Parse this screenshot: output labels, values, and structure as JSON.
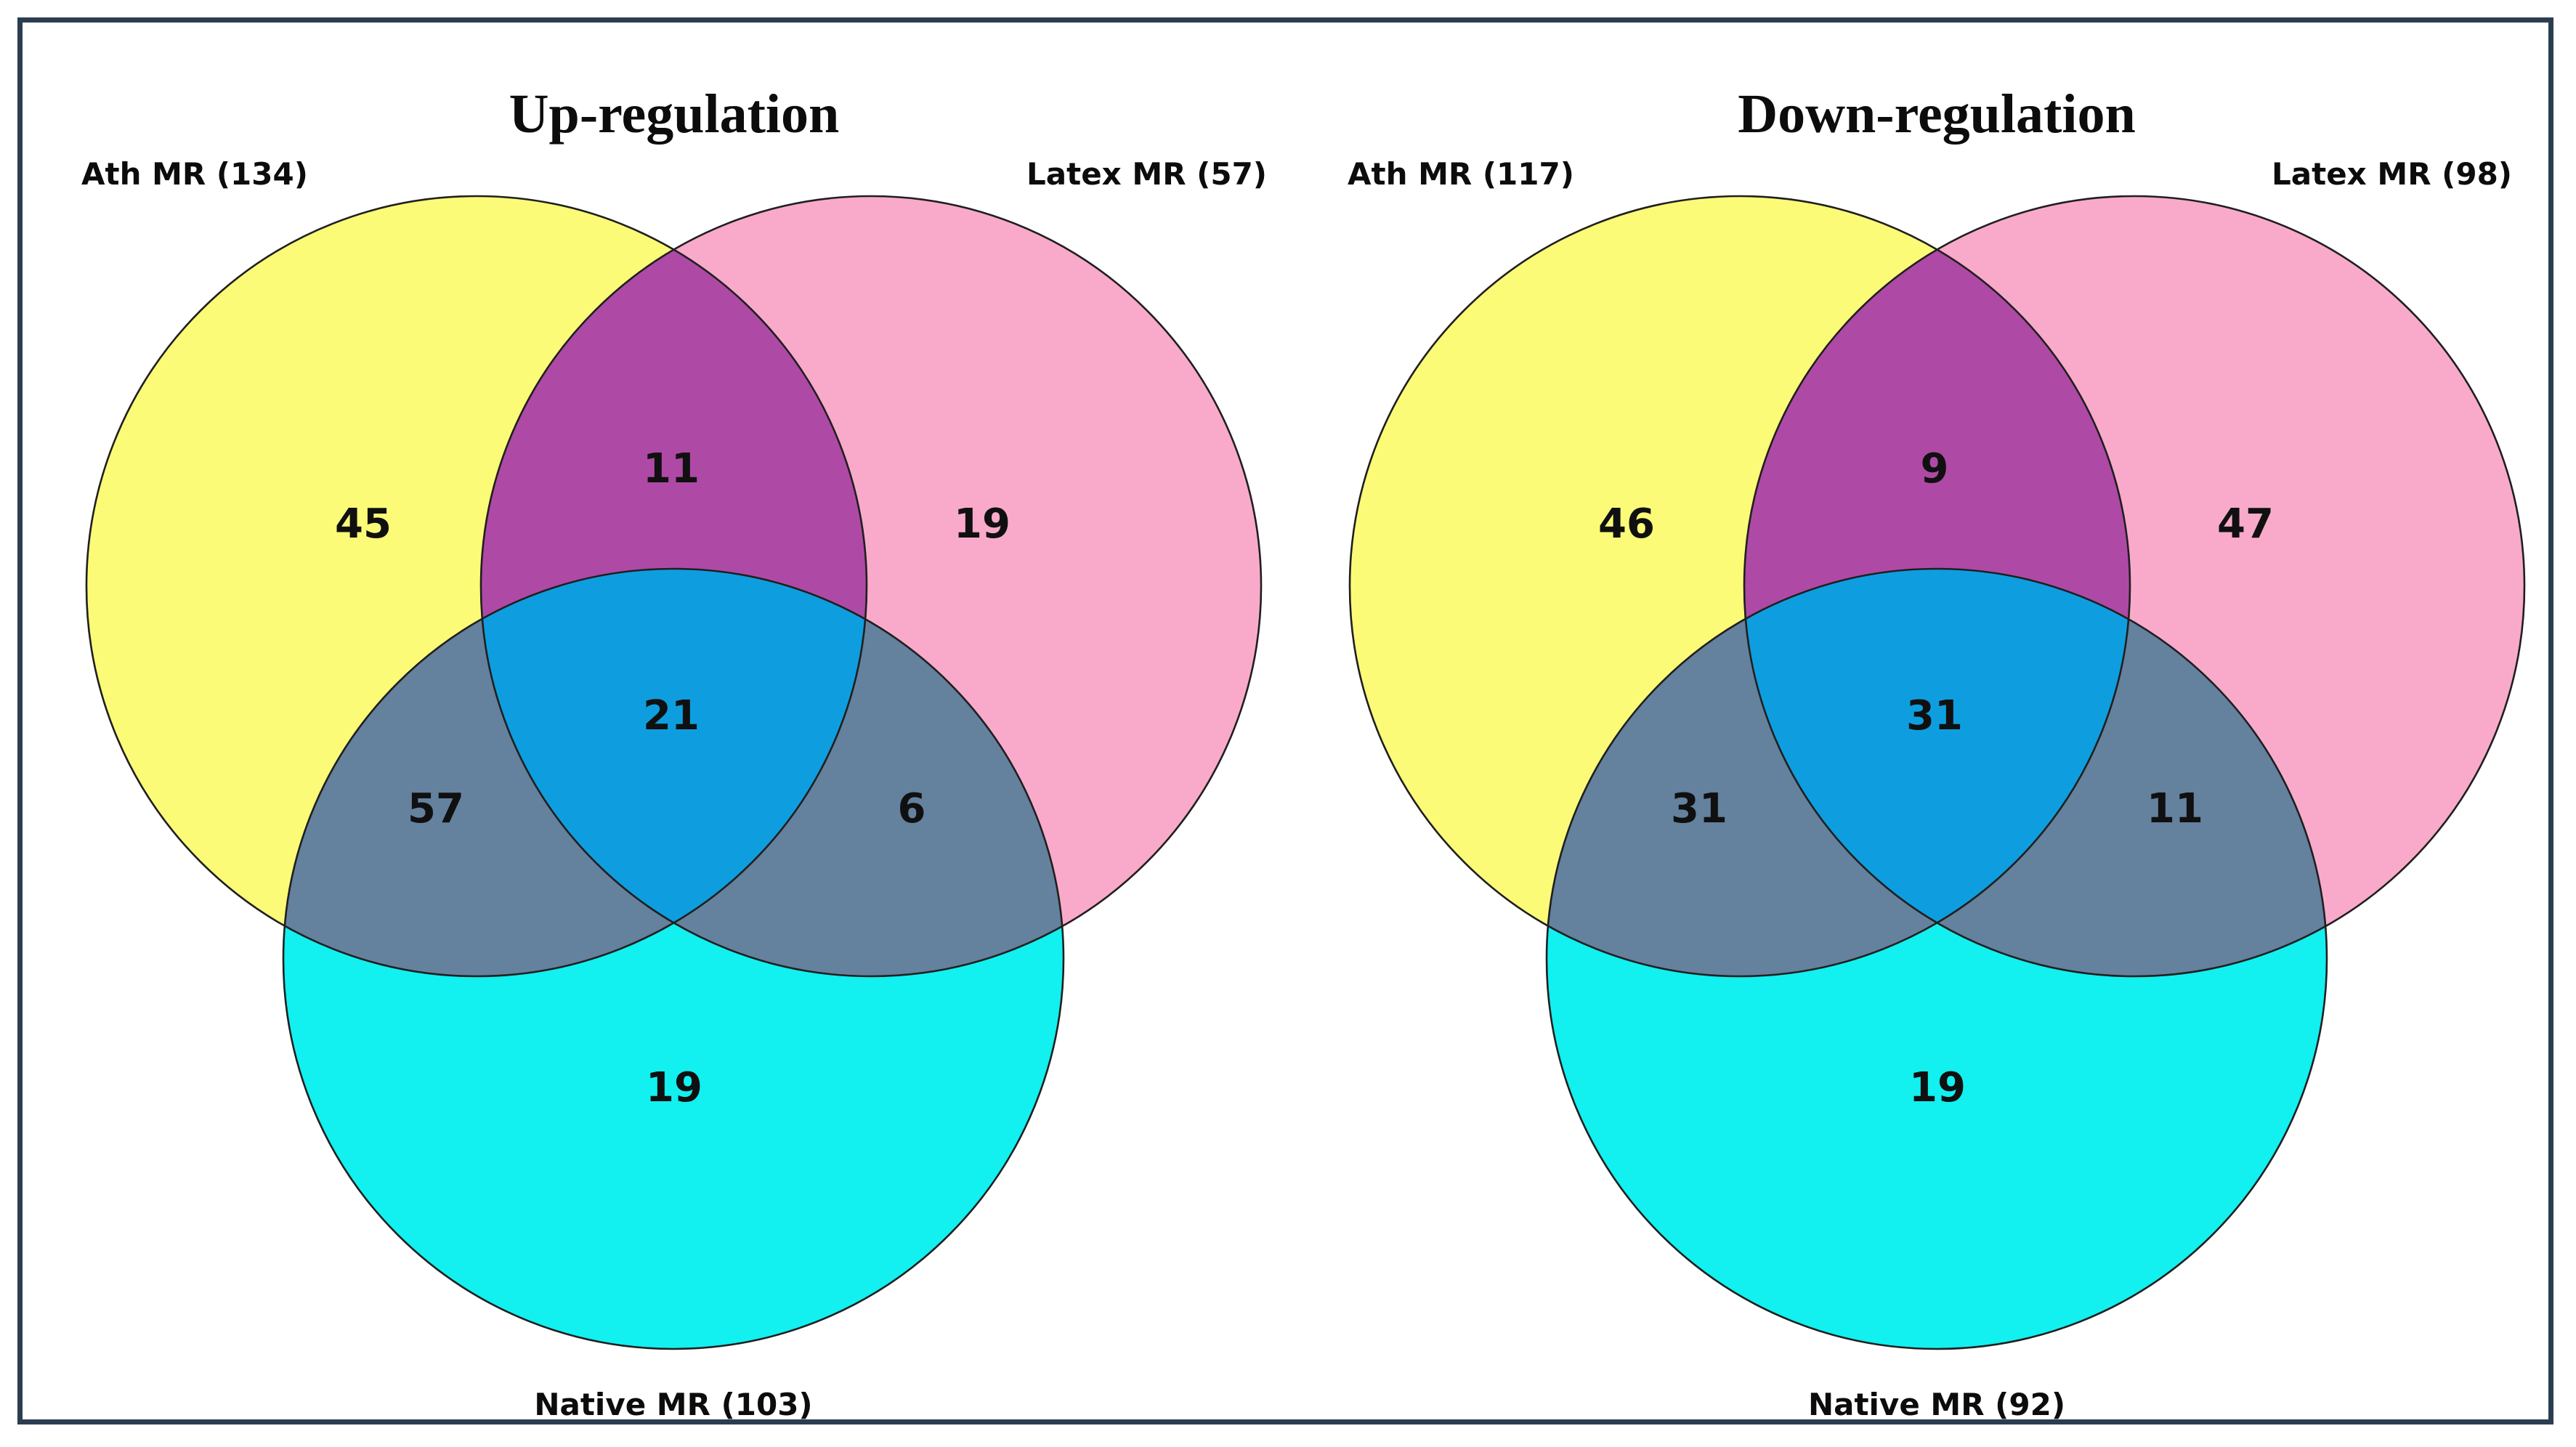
{
  "figure": {
    "frame_color": "#2b3d50",
    "colors": {
      "set_a": "#FBFB78",
      "set_b": "#F9AACA",
      "set_c": "#12F0F0",
      "ab": "#AF49A6",
      "ac": "#64819E",
      "bc": "#64819E",
      "abc": "#0E9EDF",
      "outline": "#1f1f1f"
    },
    "panels": [
      {
        "title": "Up-regulation",
        "set_a_label": "Ath MR (134)",
        "set_b_label": "Latex MR (57)",
        "set_c_label": "Native MR (103)",
        "counts": {
          "a": "45",
          "ab": "11",
          "b": "19",
          "abc": "21",
          "ac": "57",
          "bc": "6",
          "c": "19"
        }
      },
      {
        "title": "Down-regulation",
        "set_a_label": "Ath MR (117)",
        "set_b_label": "Latex MR (98)",
        "set_c_label": "Native MR (92)",
        "counts": {
          "a": "46",
          "ab": "9",
          "b": "47",
          "abc": "31",
          "ac": "31",
          "bc": "11",
          "c": "19"
        }
      }
    ]
  },
  "chart_data": [
    {
      "type": "venn",
      "title": "Up-regulation",
      "sets": [
        "Ath MR",
        "Latex MR",
        "Native MR"
      ],
      "set_totals": [
        134,
        57,
        103
      ],
      "set_labels": [
        "Ath MR (134)",
        "Latex MR (57)",
        "Native MR (103)"
      ],
      "regions": {
        "Ath MR only": 45,
        "Ath MR & Latex MR": 11,
        "Latex MR only": 19,
        "Ath MR & Latex MR & Native MR": 21,
        "Ath MR & Native MR": 57,
        "Latex MR & Native MR": 6,
        "Native MR only": 19
      }
    },
    {
      "type": "venn",
      "title": "Down-regulation",
      "sets": [
        "Ath MR",
        "Latex MR",
        "Native MR"
      ],
      "set_totals": [
        117,
        98,
        92
      ],
      "set_labels": [
        "Ath MR (117)",
        "Latex MR (98)",
        "Native MR (92)"
      ],
      "regions": {
        "Ath MR only": 46,
        "Ath MR & Latex MR": 9,
        "Latex MR only": 47,
        "Ath MR & Latex MR & Native MR": 31,
        "Ath MR & Native MR": 31,
        "Latex MR & Native MR": 11,
        "Native MR only": 19
      }
    }
  ]
}
